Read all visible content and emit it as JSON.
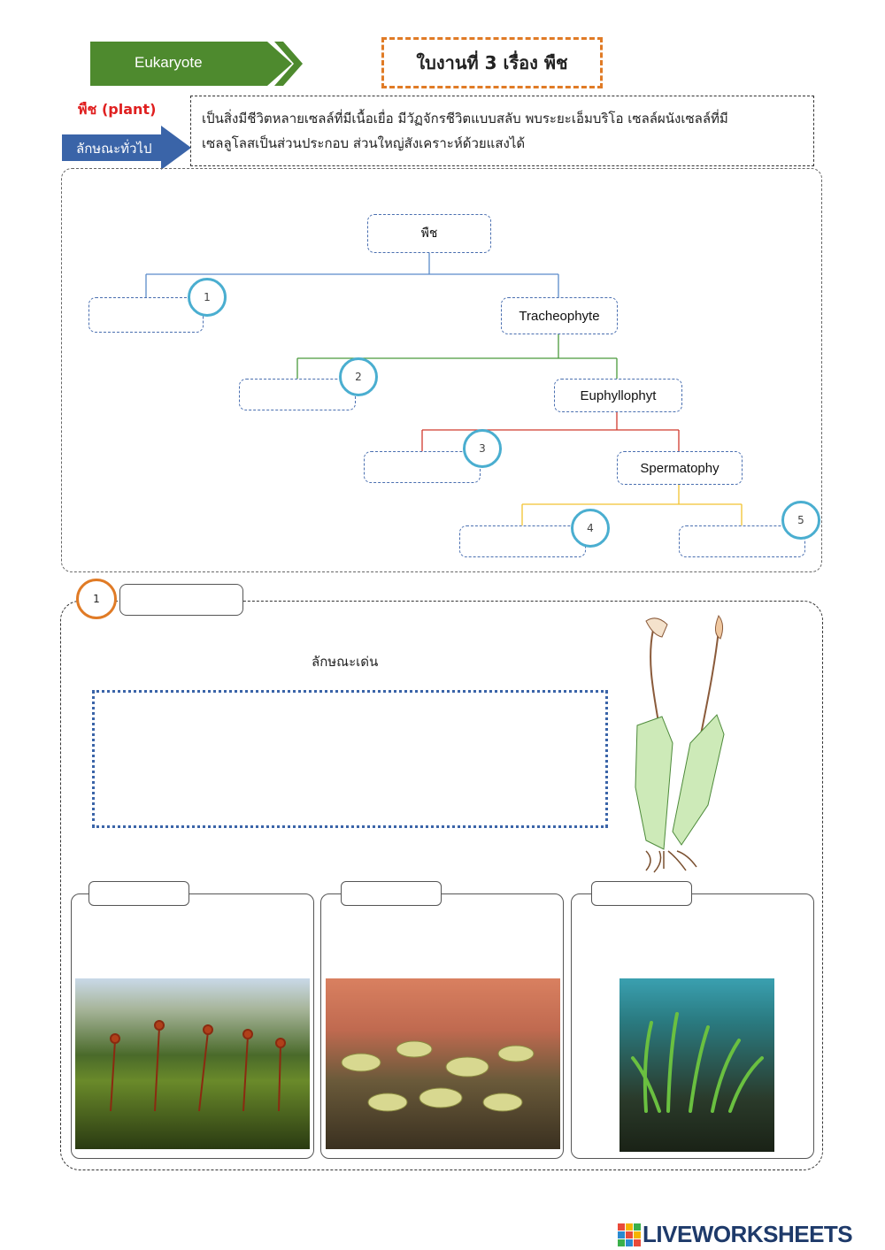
{
  "header": {
    "tag_label": "Eukaryote",
    "title": "ใบงานที่ 3 เรื่อง พืช"
  },
  "intro": {
    "plant_label": "พืช (plant)",
    "general_label": "ลักษณะทั่วไป",
    "description_line1": "เป็นสิ่งมีชีวิตหลายเซลล์ที่มีเนื้อเยื่อ มีวัฏจักรชีวิตแบบสลับ พบระยะเอ็มบริโอ เซลล์ผนังเซลล์ที่มี",
    "description_line2": "เซลลูโลสเป็นส่วนประกอบ ส่วนใหญ่สังเคราะห์ด้วยแสงได้"
  },
  "tree": {
    "root": "พืช",
    "tracheophyte": "Tracheophyte",
    "euphyllophyt": "Euphyllophyt",
    "spermatophy": "Spermatophy",
    "markers": [
      "1",
      "2",
      "3",
      "4",
      "5"
    ],
    "colors": {
      "level1": "#5b8bc9",
      "level2": "#4a9a3c",
      "level3": "#d13a2e",
      "level4": "#f2c230"
    }
  },
  "section1": {
    "number": "1",
    "features_label": "ลักษณะเด่น"
  },
  "footer": {
    "brand": "LIVEWORKSHEETS"
  }
}
